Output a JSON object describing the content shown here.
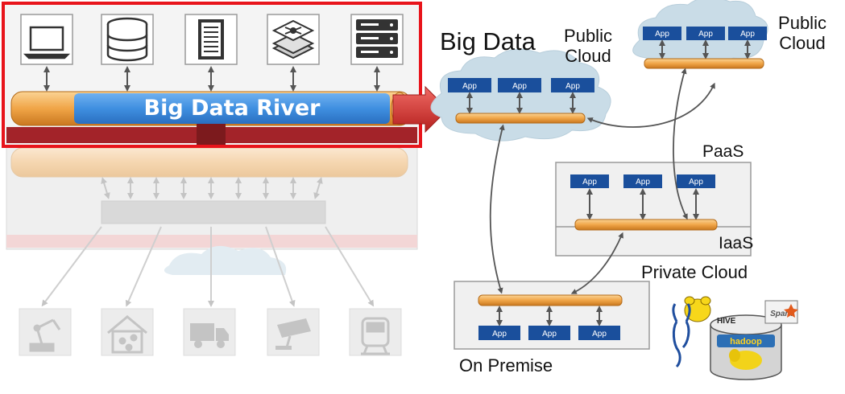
{
  "title": "Big Data",
  "river_label": "Big Data River",
  "app_label": "App",
  "public_cloud_left": [
    "Public",
    "Cloud"
  ],
  "public_cloud_right": [
    "Public",
    "Cloud"
  ],
  "paas_label": "PaaS",
  "iaas_label": "IaaS",
  "private_cloud_label": "Private Cloud",
  "on_premise_label": "On Premise",
  "logos": {
    "hive": "HIVE",
    "spark": "Spark",
    "hadoop": "hadoop"
  },
  "source_icons": [
    "laptop-icon",
    "database-icon",
    "document-icon",
    "network-layers-icon",
    "server-rack-icon"
  ],
  "consumer_icons": [
    "robot-arm-icon",
    "smart-home-icon",
    "truck-icon",
    "security-camera-icon",
    "train-icon"
  ],
  "colors": {
    "highlight_frame": "#e8141b",
    "river_blue": "#3f8fe0",
    "pipe_orange": "#f0a547",
    "app_box": "#1a4f9c",
    "cloud": "#c7dbe6",
    "arrow_red": "#d93a38"
  }
}
